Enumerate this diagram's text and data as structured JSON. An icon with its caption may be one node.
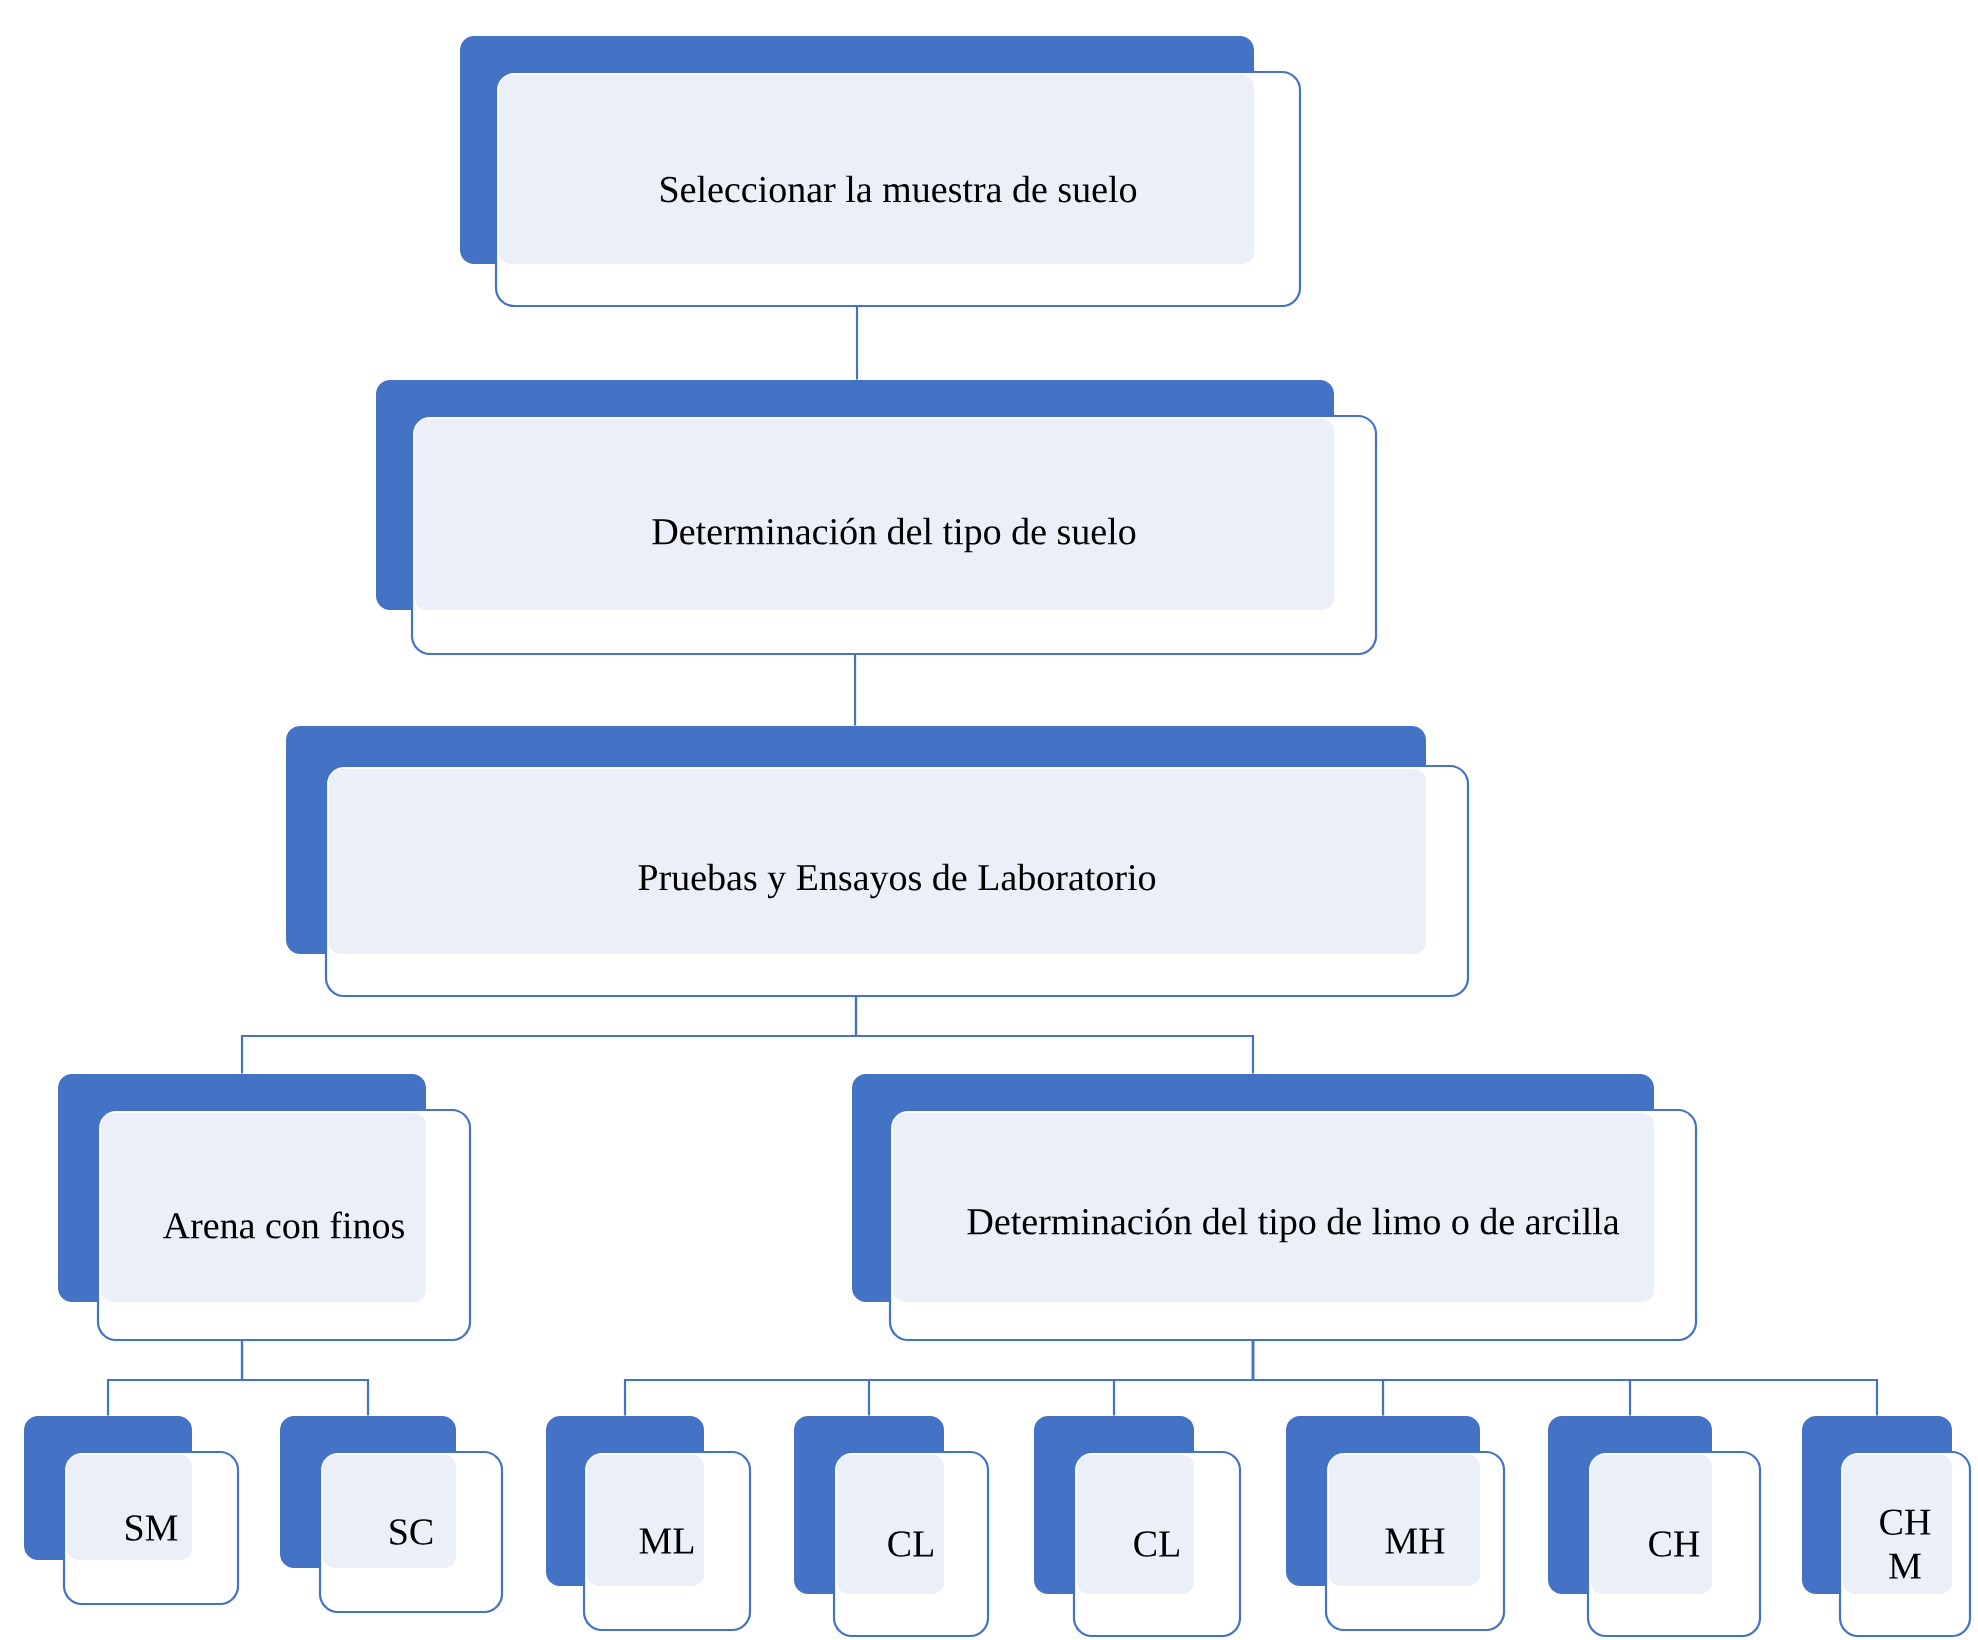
{
  "diagram": {
    "nodes": [
      {
        "text": [
          "Seleccionar la muestra de suelo"
        ]
      },
      {
        "text": [
          "Determinación del tipo de suelo"
        ]
      },
      {
        "text": [
          "Pruebas y Ensayos de Laboratorio"
        ]
      },
      {
        "text": [
          "Arena con finos"
        ]
      },
      {
        "text": [
          "Determinación del tipo de limo o de arcilla"
        ]
      },
      {
        "text": [
          "SM"
        ]
      },
      {
        "text": [
          "SC"
        ]
      },
      {
        "text": [
          "ML"
        ]
      },
      {
        "text": [
          "CL"
        ]
      },
      {
        "text": [
          "CL"
        ]
      },
      {
        "text": [
          "MH"
        ]
      },
      {
        "text": [
          "CH"
        ]
      },
      {
        "text": [
          "CH M"
        ]
      }
    ],
    "edges": [
      {
        "from": 0,
        "to": 1,
        "arrow": "none"
      },
      {
        "from": 1,
        "to": 2,
        "arrow": "none"
      },
      {
        "from": 2,
        "to": 3,
        "arrow": "none"
      },
      {
        "from": 2,
        "to": 4,
        "arrow": "none"
      },
      {
        "from": 3,
        "to": 5,
        "arrow": "none"
      },
      {
        "from": 3,
        "to": 6,
        "arrow": "none"
      },
      {
        "from": 4,
        "to": 7,
        "arrow": "none"
      },
      {
        "from": 4,
        "to": 8,
        "arrow": "none"
      },
      {
        "from": 4,
        "to": 9,
        "arrow": "none"
      },
      {
        "from": 4,
        "to": 10,
        "arrow": "none"
      },
      {
        "from": 4,
        "to": 11,
        "arrow": "none"
      },
      {
        "from": 4,
        "to": 12,
        "arrow": "none"
      }
    ]
  }
}
